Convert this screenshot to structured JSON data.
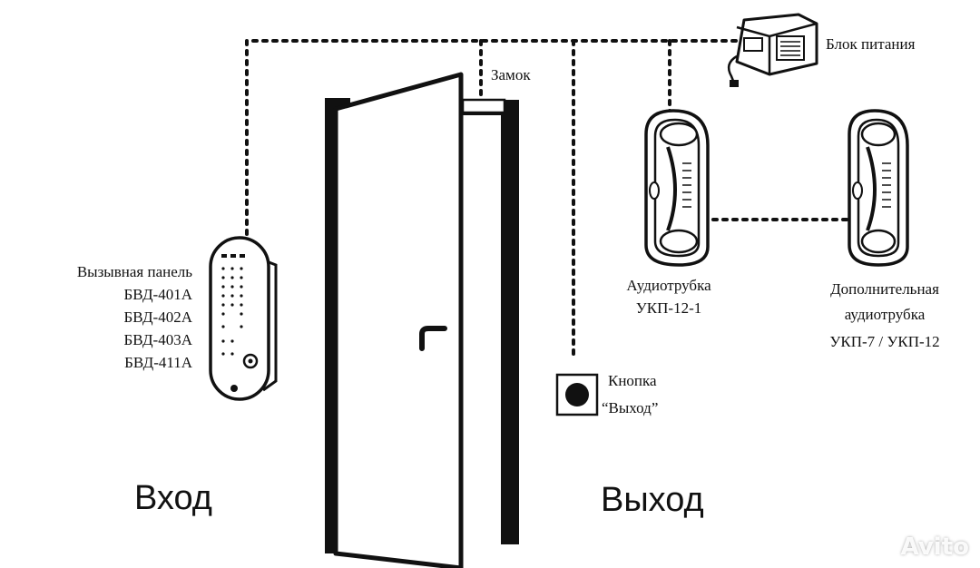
{
  "labels": {
    "lock": "Замок",
    "power_supply": "Блок питания",
    "call_panel": [
      "Вызывная панель",
      "БВД-401А",
      "БВД-402А",
      "БВД-403А",
      "БВД-411А"
    ],
    "handset": [
      "Аудиотрубка",
      "УКП-12-1"
    ],
    "extra_handset": [
      "Дополнительная",
      "аудиотрубка",
      "УКП-7 / УКП-12"
    ],
    "exit_button": [
      "Кнопка",
      "“Выход”"
    ],
    "entrance": "Вход",
    "exit": "Выход"
  },
  "watermark": "Avito",
  "colors": {
    "ink": "#111111",
    "background": "#ffffff"
  }
}
